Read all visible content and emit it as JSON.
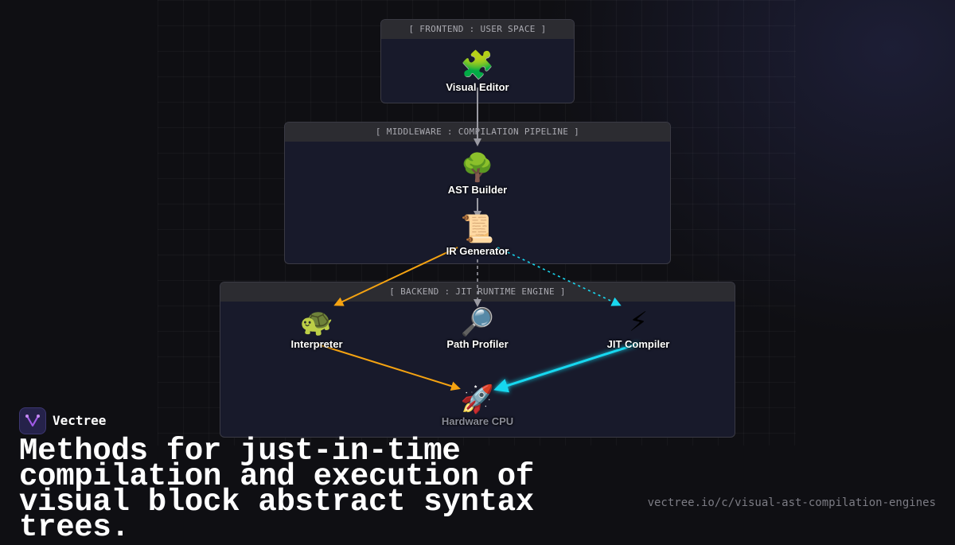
{
  "colors": {
    "background": "#0f0f13",
    "panel": "#181a2b",
    "panel_header": "#2c2c31",
    "edge_default": "#9a9aa2",
    "edge_interpreter": "#f5a311",
    "edge_jit": "#19d8f0",
    "brand": "#a05ae6"
  },
  "layers": {
    "frontend": {
      "title": "[ FRONTEND : USER SPACE ]"
    },
    "middleware": {
      "title": "[ MIDDLEWARE : COMPILATION PIPELINE ]"
    },
    "backend": {
      "title": "[ BACKEND : JIT RUNTIME ENGINE ]"
    }
  },
  "nodes": {
    "visual_editor": {
      "label": "Visual Editor",
      "icon": "puzzle-piece-icon",
      "glyph": "🧩"
    },
    "ast_builder": {
      "label": "AST Builder",
      "icon": "tree-icon",
      "glyph": "🌳"
    },
    "ir_generator": {
      "label": "IR Generator",
      "icon": "scroll-icon",
      "glyph": "📜"
    },
    "interpreter": {
      "label": "Interpreter",
      "icon": "turtle-icon",
      "glyph": "🐢"
    },
    "path_profiler": {
      "label": "Path Profiler",
      "icon": "magnifier-icon",
      "glyph": "🔎"
    },
    "jit_compiler": {
      "label": "JIT Compiler",
      "icon": "lightning-icon",
      "glyph": "⚡"
    },
    "hardware_cpu": {
      "label": "Hardware CPU",
      "icon": "rocket-icon",
      "glyph": "🚀"
    }
  },
  "edges": [
    {
      "from": "visual_editor",
      "to": "ast_builder",
      "style": "solid"
    },
    {
      "from": "ast_builder",
      "to": "ir_generator",
      "style": "solid"
    },
    {
      "from": "ir_generator",
      "to": "interpreter",
      "style": "solid"
    },
    {
      "from": "ir_generator",
      "to": "path_profiler",
      "style": "dashed"
    },
    {
      "from": "ir_generator",
      "to": "jit_compiler",
      "style": "dotted"
    },
    {
      "from": "interpreter",
      "to": "hardware_cpu",
      "style": "solid"
    },
    {
      "from": "jit_compiler",
      "to": "hardware_cpu",
      "style": "glow"
    }
  ],
  "brand": {
    "name": "Vectree",
    "logo_icon": "vectree-logo-icon"
  },
  "headline": "Methods for just-in-time compilation and execution of visual block abstract syntax trees.",
  "url": "vectree.io/c/visual-ast-compilation-engines"
}
